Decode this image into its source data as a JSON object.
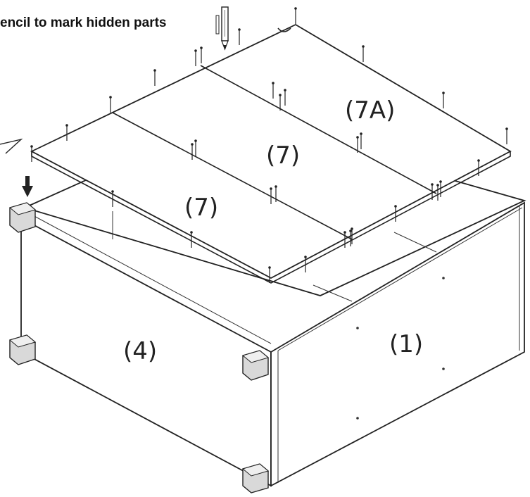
{
  "instruction": {
    "caption": "encil to mark hidden parts"
  },
  "parts": {
    "top_panel_right": "(7A)",
    "top_panel_middle": "(7)",
    "top_panel_left": "(7)",
    "front_panel": "(4)",
    "side_panel": "(1)"
  },
  "icons": {
    "pencil": "pencil-icon",
    "down_arrow": "arrow-down-icon",
    "pointer": "pointer-arrow-icon",
    "nail": "nail-icon",
    "corner_block": "corner-block-icon"
  },
  "colors": {
    "line": "#222222",
    "panel_fill": "#ffffff",
    "block_fill": "#d9d9d9"
  }
}
